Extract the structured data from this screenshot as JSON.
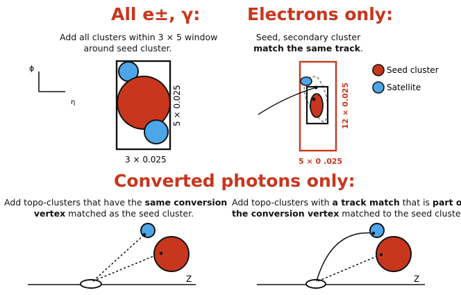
{
  "titles": {
    "all": "All e±, γ:",
    "electrons": "Electrons only:",
    "converted": "Converted photons only:"
  },
  "all_panel": {
    "desc_line1": "Add all clusters within 3 × 5 window",
    "desc_line2": "around seed cluster.",
    "width_label": "3 × 0.025",
    "height_label": "5 × 0.025",
    "axis_y": "ϕ",
    "axis_x": "η"
  },
  "electron_panel": {
    "desc_line1": "Seed, secondary cluster",
    "desc_line2_bold": "match the same track",
    "desc_line2_end": ".",
    "width_label": "5 × 0 .025",
    "height_label": "12 × 0.025"
  },
  "legend": {
    "seed": "Seed cluster",
    "satellite": "Satellite"
  },
  "converted_left": {
    "l1_a": "Add topo-clusters that have the ",
    "l1_b": "same conversion",
    "l2_a": "vertex",
    "l2_b": " matched as the seed cluster.",
    "axis": "Z"
  },
  "converted_right": {
    "l1_a": "Add topo-clusters with ",
    "l1_b": "a track match",
    "l1_c": " that is ",
    "l1_d": "part of",
    "l2_a": "the conversion vertex",
    "l2_b": " matched to the seed cluster.",
    "axis": "Z"
  },
  "colors": {
    "seed": "#c8361d",
    "satellite": "#4da6e8",
    "accent": "#c8361d",
    "line": "#111111"
  }
}
